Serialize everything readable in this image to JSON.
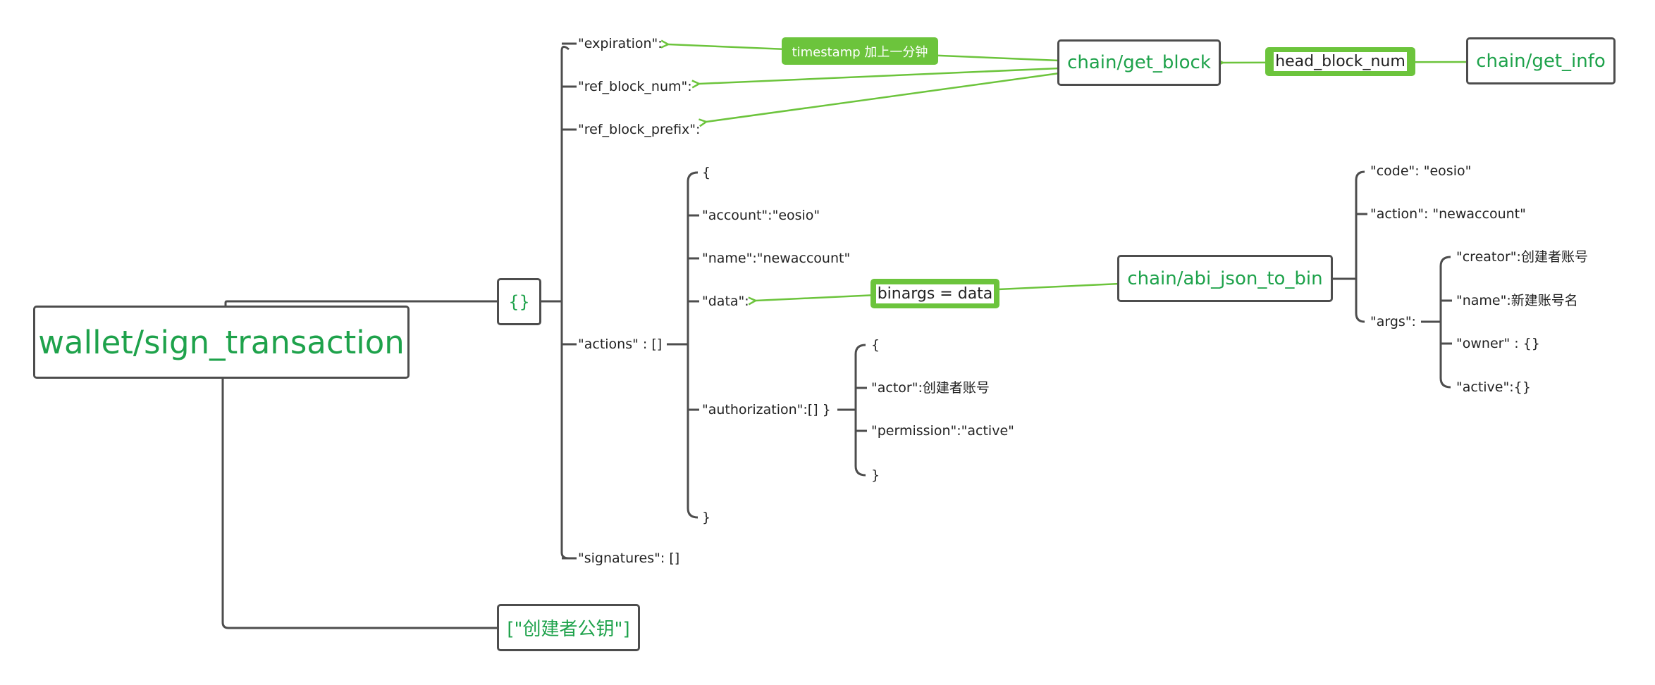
{
  "colors": {
    "accent_green": "#1ea24b",
    "note_green": "#6cc43c",
    "line_gray": "#4d4d4d",
    "text": "#222222"
  },
  "diagram": {
    "root": {
      "label": "wallet/sign_transaction"
    },
    "object_node": {
      "label": "{}"
    },
    "pubkey_node": {
      "label": "[\"创建者公钥\"]"
    },
    "tx_fields": {
      "expiration": "\"expiration\":",
      "ref_block_num": "\"ref_block_num\":",
      "ref_block_prefix": "\"ref_block_prefix\":",
      "actions": "\"actions\" : []",
      "signatures": "\"signatures\": []"
    },
    "action_fields": {
      "open": "{",
      "account": "\"account\":\"eosio\"",
      "name": "\"name\":\"newaccount\"",
      "data": "\"data\":",
      "authorization": "\"authorization\":[]  }",
      "close": "}"
    },
    "auth_fields": {
      "open": "{",
      "actor": "\"actor\":创建者账号",
      "permission": "\"permission\":\"active\"",
      "close": "}"
    },
    "api_nodes": {
      "get_block": "chain/get_block",
      "get_info": "chain/get_info",
      "abi_json_to_bin": "chain/abi_json_to_bin"
    },
    "notes": {
      "timestamp": "timestamp 加上一分钟",
      "head_block_num": "head_block_num",
      "binargs": "binargs = data"
    },
    "abi_fields": {
      "code": "\"code\": \"eosio\"",
      "action": "\"action\": \"newaccount\"",
      "args": "\"args\":"
    },
    "args_fields": {
      "creator": "\"creator\":创建者账号",
      "name": "\"name\":新建账号名",
      "owner": "\"owner\" : {}",
      "active": "\"active\":{}"
    }
  }
}
